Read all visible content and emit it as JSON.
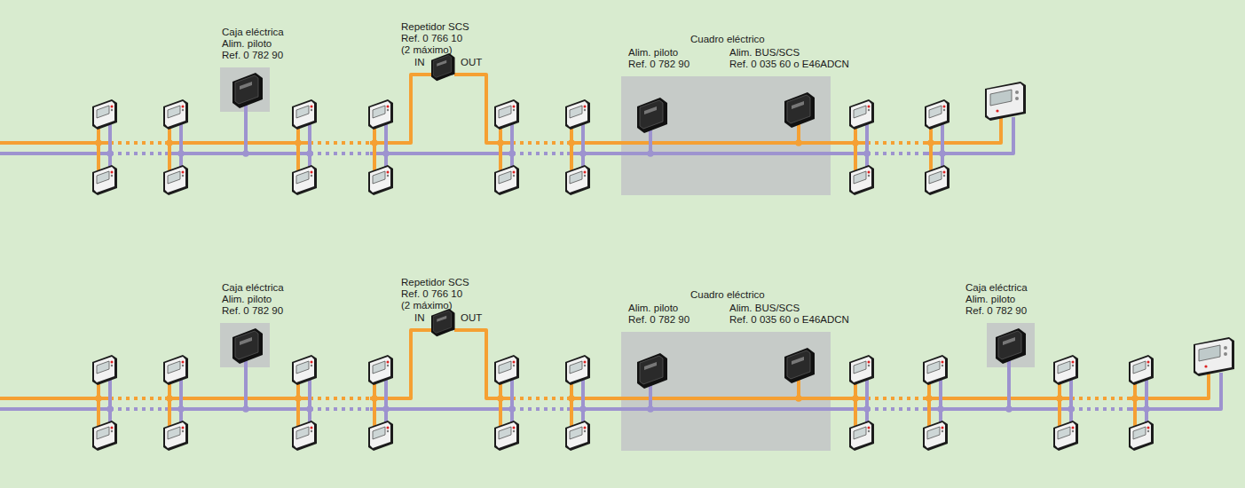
{
  "diagram": {
    "nodes": [
      {
        "text": [
          "Caja eléctrica",
          "Alim. piloto",
          "Ref. 0 782 90"
        ]
      },
      {
        "text": [
          "Cuadro eléctrico",
          "Alim. piloto",
          "Ref. 0 782 90",
          "Alim. BUS/SCS",
          "Ref. 0 035 60 o E46ADCN"
        ]
      },
      {
        "text": [
          "Caja eléctrica",
          "Alim. piloto",
          "Ref. 0 782 90"
        ]
      },
      {
        "text": [
          "Cuadro eléctrico",
          "Alim. piloto",
          "Ref. 0 782 90",
          "Alim. BUS/SCS",
          "Ref. 0 035 60 o E46ADCN"
        ]
      },
      {
        "text": [
          "Caja eléctrica",
          "Alim. piloto",
          "Ref. 0 782 90"
        ]
      }
    ],
    "labels": [
      "Repetidor SCS",
      "Ref. 0 766 10",
      "(2 máximo)",
      "IN",
      "OUT",
      "Repetidor SCS",
      "Ref. 0 766 10",
      "(2 máximo)",
      "IN",
      "OUT"
    ]
  }
}
